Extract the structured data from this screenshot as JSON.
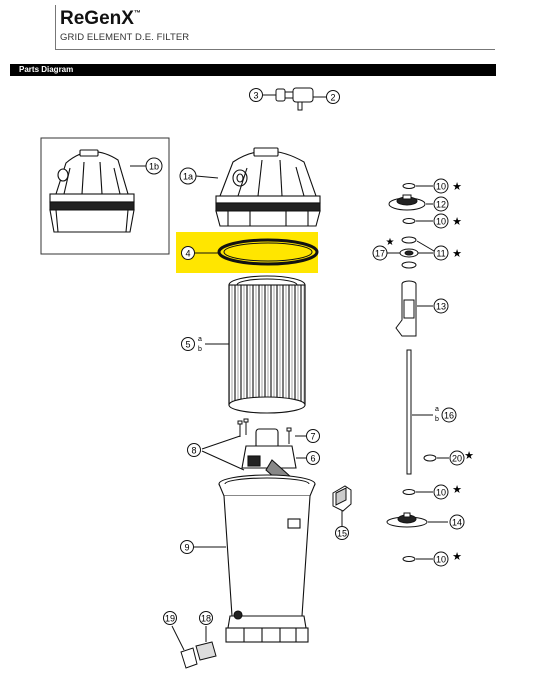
{
  "header": {
    "brand": "ReGenX",
    "trademark": "™",
    "subtitle": "GRID ELEMENT D.E. FILTER"
  },
  "section": {
    "title": "Parts Diagram"
  },
  "callouts": {
    "c1a": "1a",
    "c1b": "1b",
    "c2": "2",
    "c3": "3",
    "c4": "4",
    "c5": "5",
    "c5ab_a": "a",
    "c5ab_b": "b",
    "c6": "6",
    "c7": "7",
    "c8": "8",
    "c9": "9",
    "c10": "10",
    "c11": "11",
    "c12": "12",
    "c13": "13",
    "c14": "14",
    "c15": "15",
    "c16": "16",
    "c16ab_a": "a",
    "c16ab_b": "b",
    "c17": "17",
    "c18": "18",
    "c19": "19",
    "c20": "20",
    "star": "★"
  },
  "colors": {
    "highlight": "#ffe600",
    "highlight_stroke": "#c8b400",
    "line": "#111111",
    "section_bar": "#000000"
  }
}
